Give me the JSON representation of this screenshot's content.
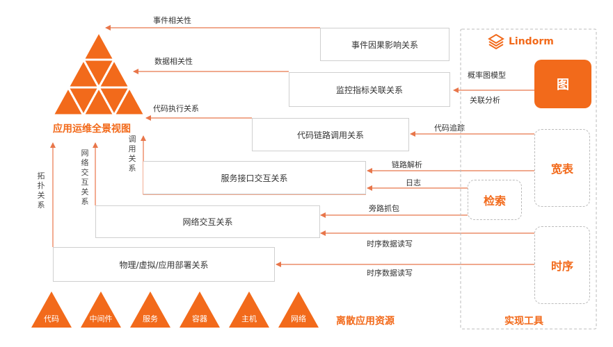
{
  "pyramid": {
    "title": "应用运维全景视图"
  },
  "top_labels": {
    "event": "事件相关性",
    "data": "数据相关性",
    "code": "代码执行关系"
  },
  "side_labels": {
    "topology": "拓扑关系",
    "network": "网络交互关系",
    "call": "调用关系"
  },
  "layers": {
    "event": "事件因果影响关系",
    "monitor": "监控指标关联关系",
    "trace": "代码链路调用关系",
    "service": "服务接口交互关系",
    "network": "网络交互关系",
    "deploy": "物理/虚拟/应用部署关系"
  },
  "arrow_labels": {
    "prob": "概率图模型",
    "assoc": "关联分析",
    "trace": "代码追踪",
    "parse": "链路解析",
    "log": "日志",
    "bypass": "旁路抓包",
    "ts1": "时序数据读写",
    "ts2": "时序数据读写"
  },
  "tools": {
    "brand": "Lindorm",
    "graph": "图",
    "wide": "宽表",
    "search": "检索",
    "timeseries": "时序",
    "title": "实现工具"
  },
  "resources": {
    "title": "离散应用资源",
    "items": [
      "代码",
      "中间件",
      "服务",
      "容器",
      "主机",
      "网络"
    ]
  },
  "colors": {
    "accent": "#f26a1b",
    "line": "#e8764a",
    "box_border": "#cfcfcf"
  }
}
